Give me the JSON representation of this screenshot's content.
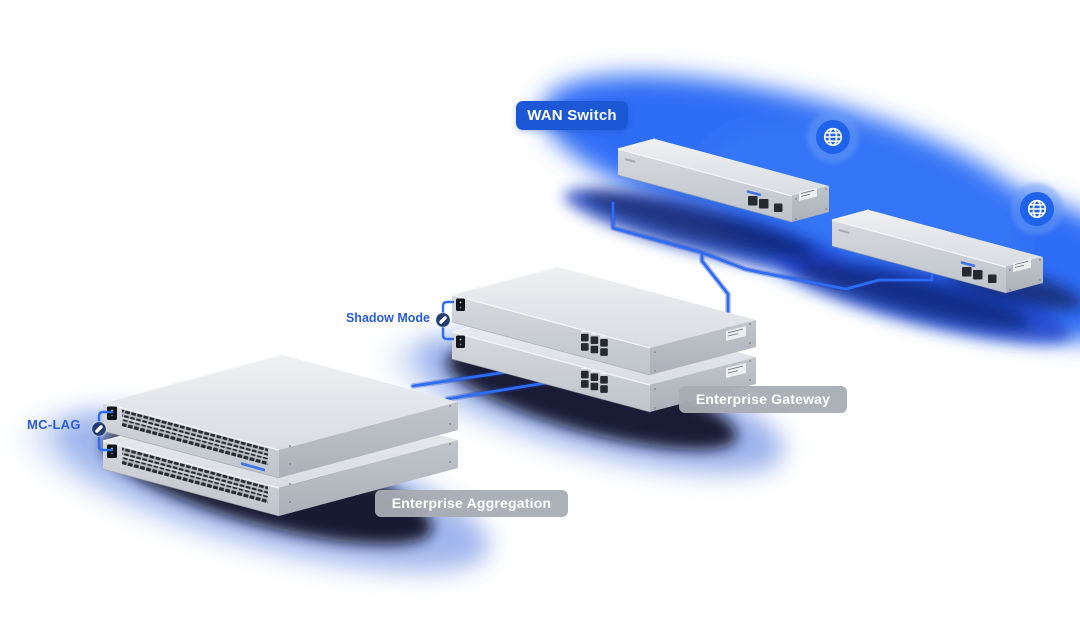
{
  "diagram": {
    "kind": "network-topology-marketing-diagram",
    "labels": {
      "wan_switch": "WAN Switch",
      "enterprise_gateway": "Enterprise Gateway",
      "enterprise_aggregation": "Enterprise Aggregation",
      "shadow_mode": "Shadow Mode",
      "mc_lag": "MC-LAG"
    },
    "devices": [
      {
        "id": "wan-switch-1",
        "label_ref": "wan_switch",
        "style": "slim rackmount, isometric"
      },
      {
        "id": "wan-switch-2",
        "label_ref": "wan_switch",
        "style": "slim rackmount, isometric"
      },
      {
        "id": "gateway-1",
        "label_ref": "enterprise_gateway",
        "style": "1U rackmount, stacked pair"
      },
      {
        "id": "gateway-2",
        "label_ref": "enterprise_gateway",
        "style": "1U rackmount, stacked pair"
      },
      {
        "id": "aggregation-switch-1",
        "label_ref": "enterprise_aggregation",
        "style": "deep rackmount with SFP rows, stacked pair"
      },
      {
        "id": "aggregation-switch-2",
        "label_ref": "enterprise_aggregation",
        "style": "deep rackmount with SFP rows, stacked pair"
      }
    ],
    "icons": [
      {
        "name": "globe-icon",
        "attached_to": "wan-switch-1"
      },
      {
        "name": "globe-icon",
        "attached_to": "wan-switch-2"
      },
      {
        "name": "link-icon",
        "attached_to": "shadow-mode-bracket"
      },
      {
        "name": "link-icon",
        "attached_to": "mc-lag-bracket"
      }
    ],
    "connections": [
      {
        "from": "wan-switch-1",
        "to": "gateway-stack",
        "type": "cable"
      },
      {
        "from": "gateway-stack",
        "to": "wan-switch-2",
        "type": "cable"
      },
      {
        "from": "gateway-stack",
        "to": "aggregation-stack",
        "type": "cable"
      },
      {
        "from": "gateway-stack",
        "to": "aggregation-stack",
        "type": "cable"
      },
      {
        "group": [
          "gateway-1",
          "gateway-2"
        ],
        "feature_ref": "shadow_mode"
      },
      {
        "group": [
          "aggregation-switch-1",
          "aggregation-switch-2"
        ],
        "feature_ref": "mc_lag"
      }
    ],
    "colors": {
      "background": "#ffffff",
      "cable_blue": "#2e6cf6",
      "badge_blue": "#1c57d6",
      "feature_text_blue": "#2a5cd8",
      "label_gray": "#a8acb3",
      "glow_blue": "#2e6df5",
      "glow_dark_streak": "#1c3ec2",
      "globe_disc_blue": "#1e63ea",
      "link_badge_navy": "#223d72",
      "device_silver_light": "#eceef1",
      "device_silver_mid": "#c8ccd3",
      "device_silver_dark": "#b2b7bf",
      "port_dark": "#262a30",
      "shadow_core": "#080c24"
    }
  }
}
